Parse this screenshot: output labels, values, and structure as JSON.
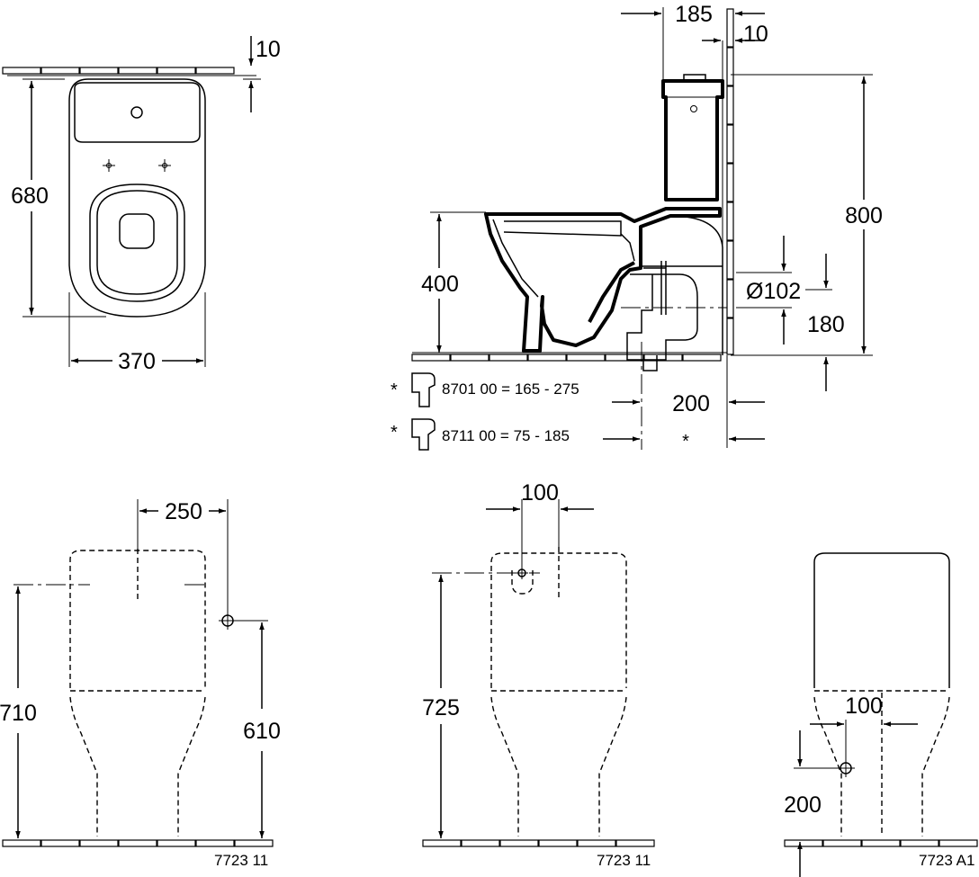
{
  "top_view": {
    "dim_wall_gap": "10",
    "dim_depth": "680",
    "dim_width": "370"
  },
  "side_view": {
    "dim_tank_offset": "185",
    "dim_wall_gap": "10",
    "dim_total_height": "800",
    "dim_seat_height": "400",
    "dim_outlet_diameter": "Ø102",
    "dim_outlet_height": "180",
    "dim_outlet_wall": "200",
    "dim_star": "*",
    "adapters": [
      {
        "marker": "*",
        "label": "8701 00 = 165 - 275"
      },
      {
        "marker": "*",
        "label": "8711 00 = 75 - 185"
      }
    ]
  },
  "front_view_1": {
    "dim_offset": "250",
    "dim_total": "710",
    "dim_inlet": "610",
    "code": "7723 11"
  },
  "front_view_2": {
    "dim_offset": "100",
    "dim_inlet": "725",
    "code": "7723 11"
  },
  "front_view_3": {
    "dim_offset": "100",
    "dim_inlet": "200",
    "code": "7723 A1"
  }
}
